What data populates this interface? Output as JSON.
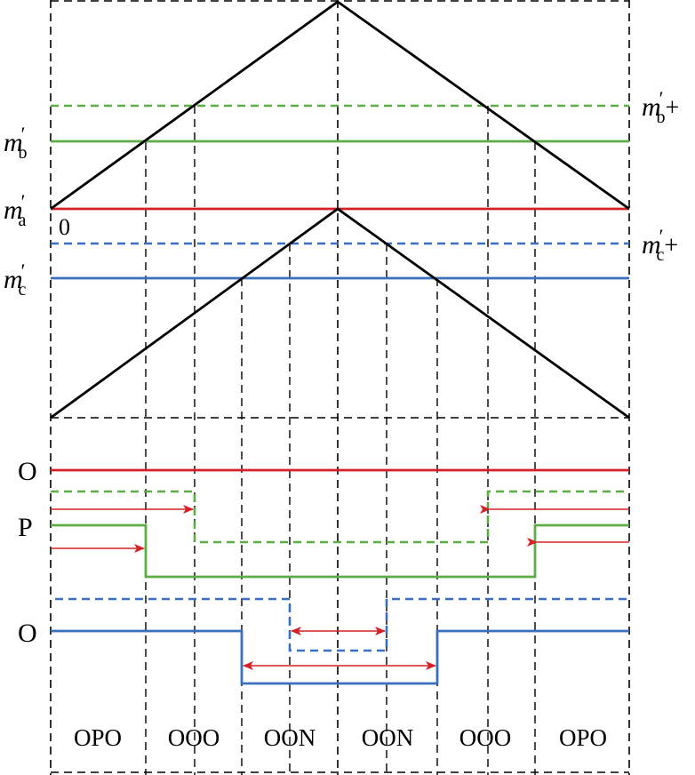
{
  "diagram": {
    "type": "carrier-based PWM switching-state diagram",
    "colors": {
      "carrier": "#000000",
      "phase_a": "#d42027",
      "phase_b": "#5cad45",
      "phase_c": "#3a6fbf",
      "arrow": "#d42027",
      "grid": "#000000"
    },
    "modulation_labels": {
      "mb": {
        "base": "m",
        "prime": "′",
        "sub": "b",
        "suffix": ""
      },
      "ma": {
        "base": "m",
        "prime": "′",
        "sub": "a",
        "suffix": ""
      },
      "mc": {
        "base": "m",
        "prime": "′",
        "sub": "c",
        "suffix": ""
      },
      "mb_plus": {
        "base": "m",
        "prime": "′",
        "sub": "b",
        "suffix": "+"
      },
      "mc_plus": {
        "base": "m",
        "prime": "′",
        "sub": "c",
        "suffix": "+"
      }
    },
    "zero_label": "0",
    "level_labels": {
      "phase_a": "O",
      "phase_b": "P",
      "phase_c": "O"
    },
    "states": [
      "OPO",
      "OOO",
      "OON",
      "OON",
      "OOO",
      "OPO"
    ]
  }
}
